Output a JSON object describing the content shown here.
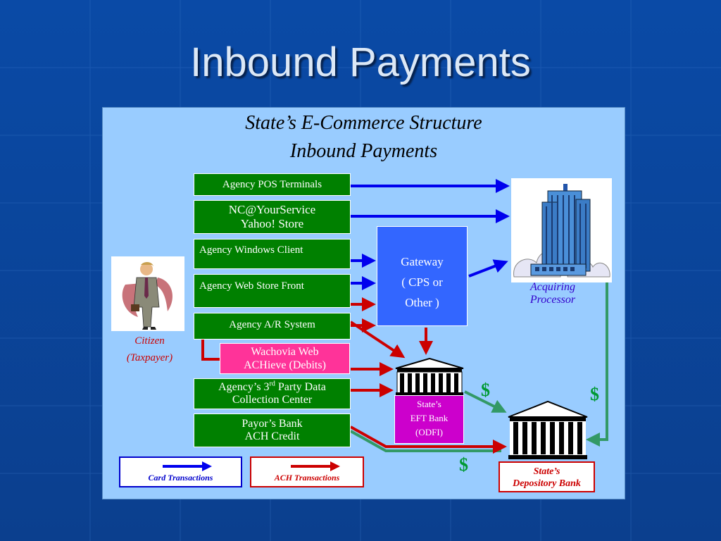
{
  "title": "Inbound Payments",
  "diagram": {
    "title_line1": "State’s E-Commerce Structure",
    "title_line2": "Inbound Payments"
  },
  "sources": {
    "pos": "Agency POS Terminals",
    "ncys_line1": "NC@YourService",
    "ncys_line2": "Yahoo! Store",
    "windows_client": "Agency Windows Client",
    "web_store": "Agency Web Store Front",
    "ar_system": "Agency A/R System",
    "wachovia_line1": "Wachovia Web",
    "wachovia_line2": "ACHieve (Debits)",
    "third_party_a": "Agency’s 3",
    "third_party_sup": "rd",
    "third_party_b": " Party Data",
    "third_party_line2": "Collection Center",
    "payor_line1": "Payor’s Bank",
    "payor_line2": "ACH Credit"
  },
  "citizen": {
    "line1": "Citizen",
    "line2": "(Taxpayer)"
  },
  "gateway": {
    "line1": "Gateway",
    "line2": "( CPS or",
    "line3": "Other )"
  },
  "acquiring": {
    "line1": "Acquiring",
    "line2": "Processor"
  },
  "eft_bank": {
    "line1": "State’s",
    "line2": "EFT Bank",
    "line3": "(ODFI)"
  },
  "depository": {
    "line1": "State’s",
    "line2": "Depository Bank"
  },
  "dollars": {
    "d1": "$",
    "d2": "$",
    "d3": "$"
  },
  "legend": {
    "card": "Card Transactions",
    "ach": "ACH Transactions"
  },
  "colors": {
    "background": "#1050a8",
    "panel": "#99ccff",
    "agency_box": "#008000",
    "gateway": "#3366ff",
    "wachovia": "#ff3399",
    "eft_bank": "#cc00cc",
    "card_arrow": "#0000ee",
    "ach_arrow": "#cc0000",
    "settlement_line": "#339966"
  }
}
